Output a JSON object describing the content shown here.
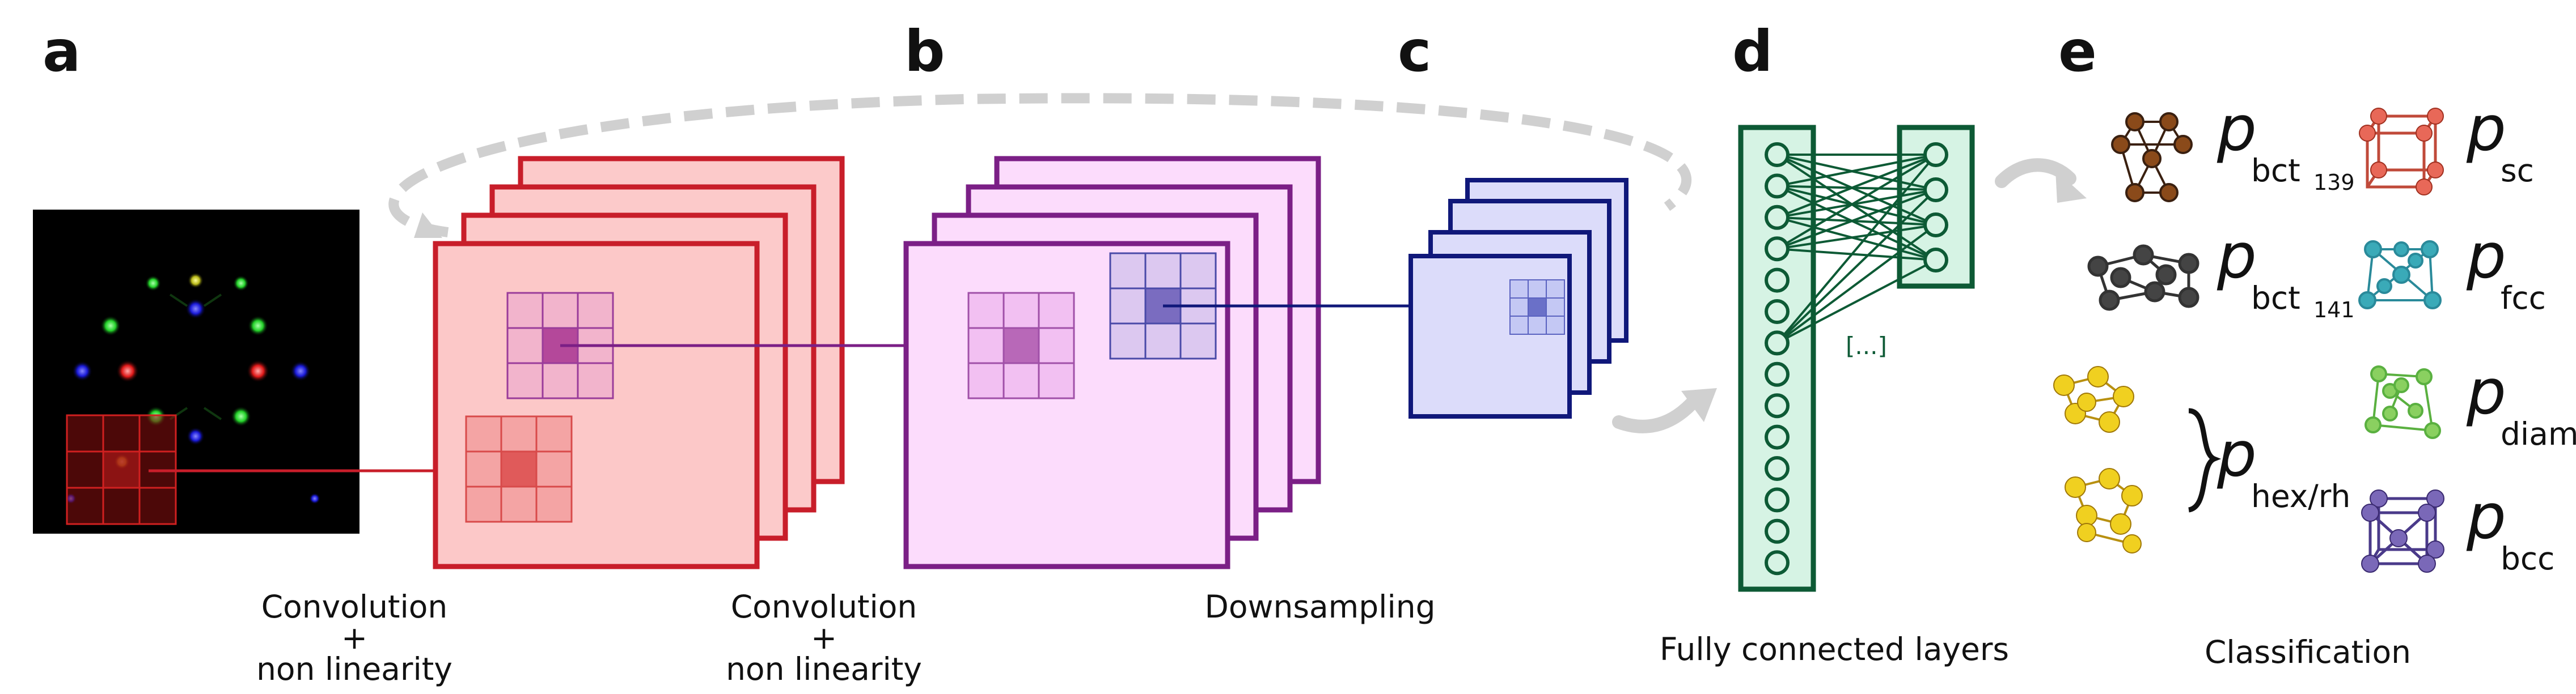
{
  "panels": {
    "a": "a",
    "b": "b",
    "c": "c",
    "d": "d",
    "e": "e"
  },
  "captions": {
    "conv1": [
      "Convolution",
      "+",
      "non linearity"
    ],
    "conv2": [
      "Convolution",
      "+",
      "non linearity"
    ],
    "downsampling": "Downsampling",
    "fully_connected": "Fully connected layers",
    "classification": "Classification"
  },
  "ellipsis": "[...]",
  "classes": [
    {
      "p": "p",
      "sub": "bct",
      "subsub": "139"
    },
    {
      "p": "p",
      "sub": "sc"
    },
    {
      "p": "p",
      "sub": "bct",
      "subsub": "141"
    },
    {
      "p": "p",
      "sub": "fcc"
    },
    {
      "p": "p",
      "sub": "diam"
    },
    {
      "p": "p",
      "sub": "hex/rh"
    },
    {
      "p": "p",
      "sub": "bcc"
    }
  ],
  "colors": {
    "conv1": "#c81e2a",
    "conv1_fill": "#fccaca",
    "conv2": "#7b1f86",
    "conv2_fill": "#fcdcfc",
    "pool": "#10187a",
    "pool_fill": "#dcdcfa",
    "dense": "#0d5a35",
    "dense_fill": "#d6f3e4",
    "arrow_gray": "#d0d0d0"
  }
}
